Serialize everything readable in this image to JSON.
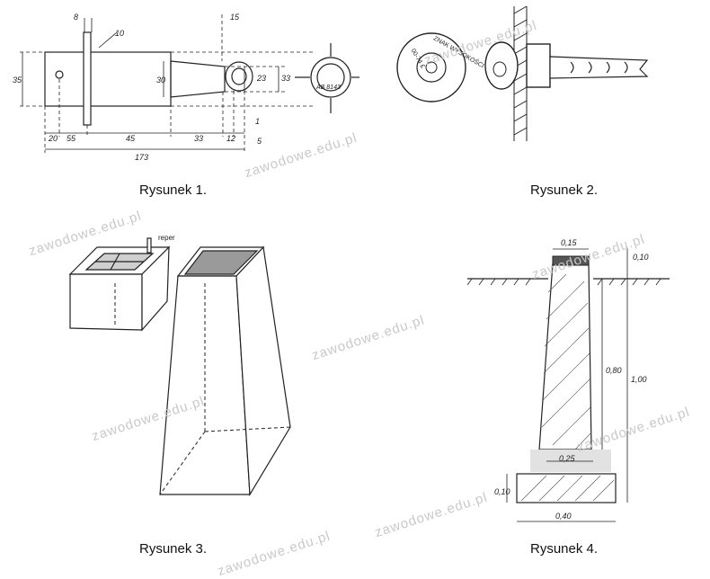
{
  "figures": [
    {
      "caption": "Rysunek 1.",
      "dimensions": [
        "8",
        "10",
        "15",
        "35",
        "30",
        "23",
        "33",
        "20",
        "55",
        "45",
        "33",
        "12",
        "1",
        "5",
        "173"
      ],
      "marker_label": "AB 8143"
    },
    {
      "caption": "Rysunek 2.",
      "disc_text": "ZNAK WYSOKOŚCI",
      "disc_code": "00-74 £"
    },
    {
      "caption": "Rysunek 3.",
      "label": "reper"
    },
    {
      "caption": "Rysunek 4.",
      "dimensions": [
        "0,15",
        "0,10",
        "0,80",
        "1,00",
        "0,25",
        "0,10",
        "0,40"
      ]
    }
  ],
  "watermark": "zawodowe.edu.pl"
}
